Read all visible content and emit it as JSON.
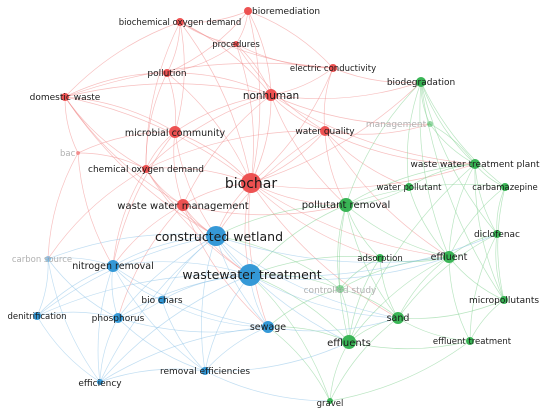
{
  "clusters": {
    "red": {
      "color": "#ec4a4a",
      "edge": "#f08a8a"
    },
    "green": {
      "color": "#2fb14d",
      "edge": "#7fd08e"
    },
    "blue": {
      "color": "#2a93d5",
      "edge": "#8ec3e8"
    }
  },
  "nodes": [
    {
      "id": "bioremediation",
      "label": "bioremediation",
      "cluster": "red"
    },
    {
      "id": "bod",
      "label": "biochemical oxygen demand",
      "cluster": "red"
    },
    {
      "id": "procedures",
      "label": "procedures",
      "cluster": "red"
    },
    {
      "id": "pollution",
      "label": "pollution",
      "cluster": "red"
    },
    {
      "id": "electric",
      "label": "electric conductivity",
      "cluster": "red"
    },
    {
      "id": "domestic",
      "label": "domestic waste",
      "cluster": "red"
    },
    {
      "id": "nonhuman",
      "label": "nonhuman",
      "cluster": "red"
    },
    {
      "id": "microbial",
      "label": "microbial community",
      "cluster": "red"
    },
    {
      "id": "waterquality",
      "label": "water quality",
      "cluster": "red"
    },
    {
      "id": "bacteria",
      "label": "bac",
      "cluster": "red",
      "faded": true
    },
    {
      "id": "cod",
      "label": "chemical oxygen demand",
      "cluster": "red"
    },
    {
      "id": "biochar",
      "label": "biochar",
      "cluster": "red"
    },
    {
      "id": "wwm",
      "label": "waste water management",
      "cluster": "red"
    },
    {
      "id": "biodegradation",
      "label": "biodegradation",
      "cluster": "green"
    },
    {
      "id": "management",
      "label": "management",
      "cluster": "green",
      "faded": true
    },
    {
      "id": "wwtp",
      "label": "waste water treatment plant",
      "cluster": "green"
    },
    {
      "id": "waterpollutant",
      "label": "water pollutant",
      "cluster": "green"
    },
    {
      "id": "carbamazepine",
      "label": "carbamazepine",
      "cluster": "green"
    },
    {
      "id": "pollutantremoval",
      "label": "pollutant removal",
      "cluster": "green"
    },
    {
      "id": "diclofenac",
      "label": "diclofenac",
      "cluster": "green"
    },
    {
      "id": "adsorption",
      "label": "adsorption",
      "cluster": "green"
    },
    {
      "id": "effluent",
      "label": "effluent",
      "cluster": "green"
    },
    {
      "id": "controlled",
      "label": "controlled study",
      "cluster": "green",
      "faded": true
    },
    {
      "id": "sand",
      "label": "sand",
      "cluster": "green"
    },
    {
      "id": "micropollutants",
      "label": "micropollutants",
      "cluster": "green"
    },
    {
      "id": "effluents",
      "label": "effluents",
      "cluster": "green"
    },
    {
      "id": "effluenttreatment",
      "label": "effluent treatment",
      "cluster": "green"
    },
    {
      "id": "gravel",
      "label": "gravel",
      "cluster": "green"
    },
    {
      "id": "constructed",
      "label": "constructed wetland",
      "cluster": "blue"
    },
    {
      "id": "carbonsource",
      "label": "carbon source",
      "cluster": "blue",
      "faded": true
    },
    {
      "id": "nitrogen",
      "label": "nitrogen removal",
      "cluster": "blue"
    },
    {
      "id": "wastewater",
      "label": "wastewater treatment",
      "cluster": "blue"
    },
    {
      "id": "biochars",
      "label": "bio chars",
      "cluster": "blue"
    },
    {
      "id": "phosphorus",
      "label": "phosphorus",
      "cluster": "blue"
    },
    {
      "id": "denitrification",
      "label": "denitrification",
      "cluster": "blue"
    },
    {
      "id": "sewage",
      "label": "sewage",
      "cluster": "blue"
    },
    {
      "id": "removaleff",
      "label": "removal efficiencies",
      "cluster": "blue"
    },
    {
      "id": "efficiency",
      "label": "efficiency",
      "cluster": "blue"
    }
  ]
}
